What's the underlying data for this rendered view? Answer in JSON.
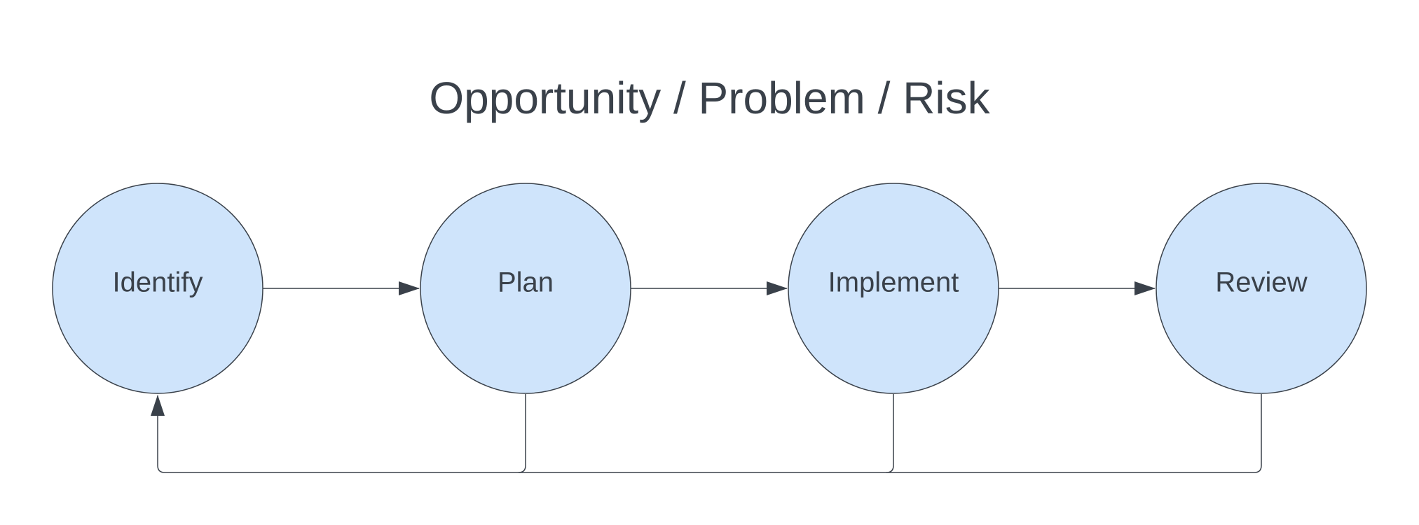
{
  "title": "Opportunity / Problem / Risk",
  "nodes": [
    {
      "id": "identify",
      "label": "Identify"
    },
    {
      "id": "plan",
      "label": "Plan"
    },
    {
      "id": "implement",
      "label": "Implement"
    },
    {
      "id": "review",
      "label": "Review"
    }
  ],
  "edges": [
    {
      "from": "identify",
      "to": "plan",
      "kind": "forward"
    },
    {
      "from": "plan",
      "to": "implement",
      "kind": "forward"
    },
    {
      "from": "implement",
      "to": "review",
      "kind": "forward"
    },
    {
      "from": "plan",
      "to": "identify",
      "kind": "feedback"
    },
    {
      "from": "implement",
      "to": "identify",
      "kind": "feedback"
    },
    {
      "from": "review",
      "to": "identify",
      "kind": "feedback"
    }
  ],
  "colors": {
    "node_fill": "#cfe4fb",
    "stroke": "#3a414a",
    "text": "#3a414a",
    "background": "#ffffff"
  }
}
